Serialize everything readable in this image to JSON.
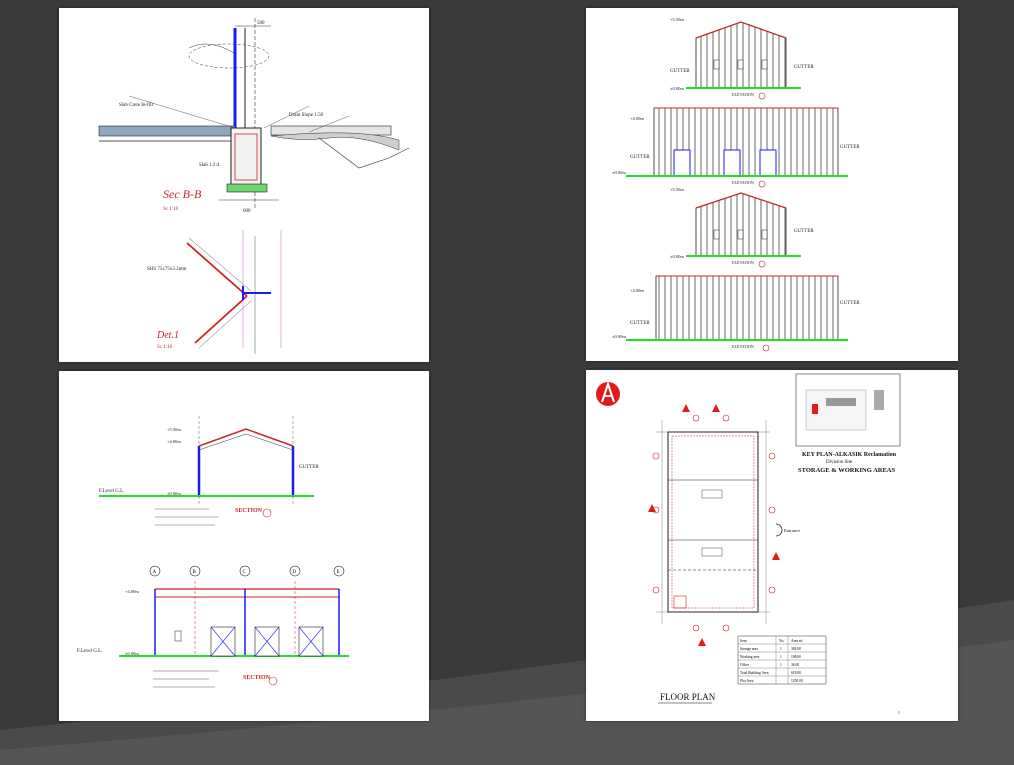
{
  "colors": {
    "background": "#3a3a3a",
    "sheet": "#ffffff",
    "ground": "#22dd22",
    "steel": "#1a1aff",
    "annotation": "#cc2222",
    "ink": "#111111"
  },
  "sheet_tl": {
    "section_title": "Sec B-B",
    "section_scale": "Sc 1:10",
    "detail_title": "Det.1",
    "detail_scale": "Sc 1:10",
    "slab_label": "Slab Crete In-fill",
    "footing_label": "Slab 1:2:4",
    "note_label": "Drain Slope 1:50",
    "dim_top": "500",
    "dim_bottom": "600"
  },
  "sheet_tr": {
    "elev_labels": [
      "ELEVATION",
      "ELEVATION",
      "ELEVATION",
      "ELEVATION"
    ],
    "gutter_label": "GUTTER",
    "level_labels": [
      "+5.50m",
      "+4.00m",
      "±0.00m"
    ]
  },
  "sheet_bl": {
    "gutter_label": "GUTTER",
    "gl_label_1": "F.Level G.L.",
    "gl_label_2": "F.Level G.L.",
    "section_label_1": "SECTION",
    "section_label_2": "SECTION",
    "level_labels": [
      "+5.50m",
      "+4.00m",
      "±0.00m"
    ],
    "grid_labels": [
      "A",
      "B",
      "C",
      "D",
      "E"
    ]
  },
  "sheet_br": {
    "key_plan_title": "KEY PLAN-ALKASIK Reclamation",
    "key_plan_sub": "Division Site",
    "key_plan_main": "STORAGE & WORKING AREAS",
    "floor_plan_title": "FLOOR PLAN",
    "entrance_label": "Entrance",
    "table_rows": [
      [
        "Item",
        "No.",
        "Area m²"
      ],
      [
        "Storage area",
        "1",
        "384.00"
      ],
      [
        "Working area",
        "1",
        "198.00"
      ],
      [
        "Office",
        "1",
        "36.00"
      ],
      [
        "Total Building Area",
        "",
        "618.00"
      ],
      [
        "Plot Area",
        "",
        "1250.00"
      ]
    ],
    "page_number": "1"
  }
}
